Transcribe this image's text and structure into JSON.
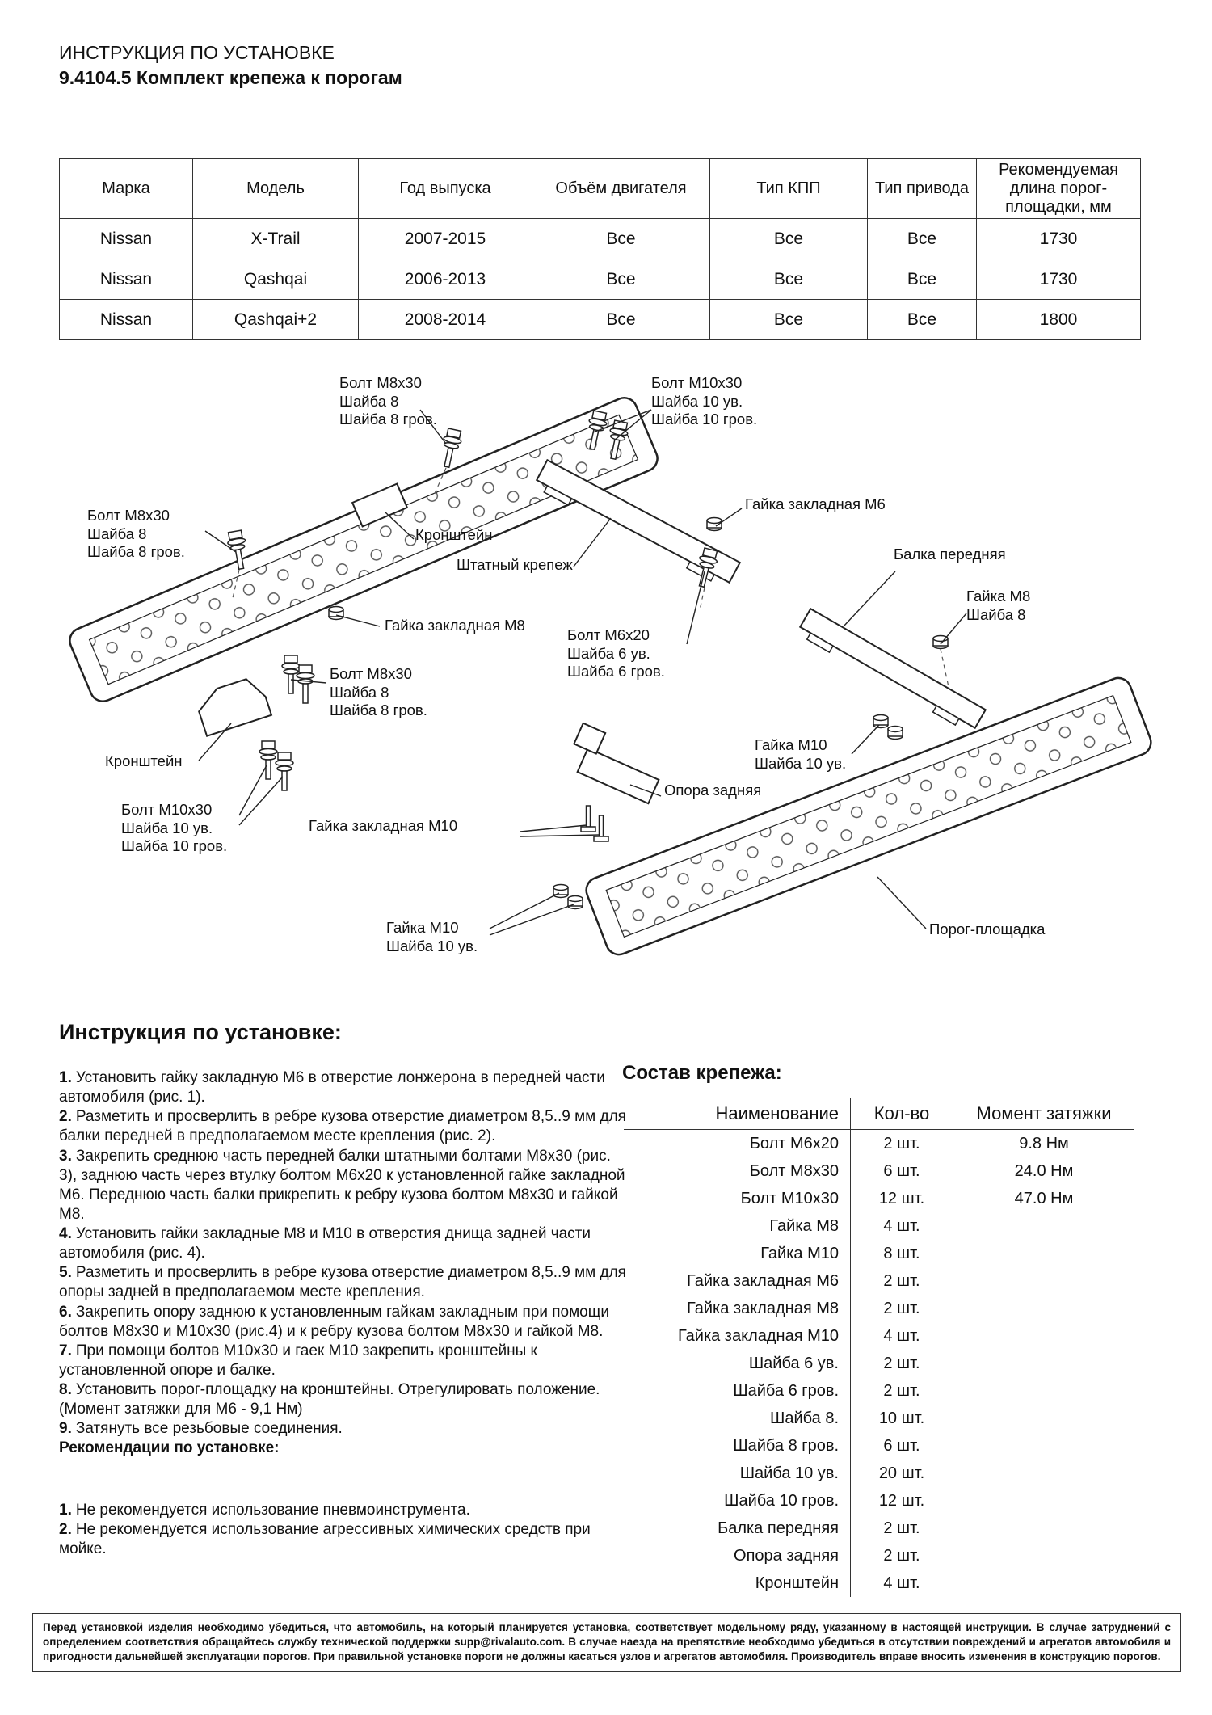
{
  "page": {
    "title_line1": "ИНСТРУКЦИЯ ПО УСТАНОВКЕ",
    "title_line2": "9.4104.5 Комплект крепежа к порогам"
  },
  "vehicle_table": {
    "headers": [
      "Марка",
      "Модель",
      "Год выпуска",
      "Объём двигателя",
      "Тип КПП",
      "Тип привода",
      "Рекомендуемая длина порог-площадки, мм"
    ],
    "rows": [
      [
        "Nissan",
        "X-Trail",
        "2007-2015",
        "Все",
        "Все",
        "Все",
        "1730"
      ],
      [
        "Nissan",
        "Qashqai",
        "2006-2013",
        "Все",
        "Все",
        "Все",
        "1730"
      ],
      [
        "Nissan",
        "Qashqai+2",
        "2008-2014",
        "Все",
        "Все",
        "Все",
        "1800"
      ]
    ]
  },
  "diagram": {
    "labels": [
      {
        "text": "Болт М8х30\nШайба 8\nШайба 8 гров."
      },
      {
        "text": "Болт М10х30\nШайба 10 ув.\nШайба 10 гров."
      },
      {
        "text": "Гайка закладная М6"
      },
      {
        "text": "Болт М8х30\nШайба 8\nШайба 8 гров."
      },
      {
        "text": "Кронштейн"
      },
      {
        "text": "Штатный крепеж"
      },
      {
        "text": "Балка передняя"
      },
      {
        "text": "Гайка М8\nШайба 8"
      },
      {
        "text": "Гайка закладная М8"
      },
      {
        "text": "Болт М6х20\nШайба 6 ув.\nШайба 6 гров."
      },
      {
        "text": "Болт М8х30\nШайба 8\nШайба 8 гров."
      },
      {
        "text": "Гайка М10\nШайба 10 ув."
      },
      {
        "text": "Кронштейн"
      },
      {
        "text": "Опора задняя"
      },
      {
        "text": "Болт М10х30\nШайба 10 ув.\nШайба 10 гров."
      },
      {
        "text": "Гайка закладная М10"
      },
      {
        "text": "Гайка М10\nШайба 10 ув."
      },
      {
        "text": "Порог-площадка"
      }
    ]
  },
  "instructions": {
    "heading": "Инструкция по установке:",
    "steps": [
      {
        "num": "1.",
        "text": "Установить гайку закладную М6 в отверстие лонжерона в передней части автомобиля (рис. 1)."
      },
      {
        "num": "2.",
        "text": "Разметить и просверлить в ребре кузова отверстие диаметром 8,5..9 мм для балки передней в предполагаемом месте крепления (рис. 2)."
      },
      {
        "num": "3.",
        "text": "Закрепить среднюю часть передней балки штатными болтами М8х30 (рис. 3), заднюю часть через втулку болтом М6х20 к установленной гайке закладной М6. Переднюю часть балки прикрепить к ребру кузова болтом М8х30 и гайкой М8."
      },
      {
        "num": "4.",
        "text": "Установить гайки закладные М8 и М10 в отверстия днища задней части автомобиля (рис. 4)."
      },
      {
        "num": "5.",
        "text": "Разметить и просверлить в ребре кузова отверстие диаметром 8,5..9 мм для опоры задней в предполагаемом месте крепления."
      },
      {
        "num": "6.",
        "text": "Закрепить опору заднюю к установленным гайкам закладным при помощи болтов М8х30 и М10х30 (рис.4) и к ребру кузова болтом М8х30 и гайкой М8."
      },
      {
        "num": "7.",
        "text": "При помощи болтов М10х30 и гаек М10 закрепить кронштейны к установленной опоре и балке."
      },
      {
        "num": "8.",
        "text": "Установить порог-площадку на кронштейны. Отрегулировать положение. (Момент затяжки для М6 - 9,1 Нм)"
      },
      {
        "num": "9.",
        "text": "Затянуть все резьбовые соединения."
      }
    ],
    "recommendations_heading": "Рекомендации по установке:",
    "recommendations": [
      {
        "num": "1.",
        "text": "Не рекомендуется использование пневмоинструмента."
      },
      {
        "num": "2.",
        "text": "Не рекомендуется использование агрессивных химических средств при мойке."
      }
    ]
  },
  "parts": {
    "heading": "Состав крепежа:",
    "headers": [
      "Наименование",
      "Кол-во",
      "Момент затяжки"
    ],
    "rows": [
      {
        "name": "Болт М6х20",
        "qty": "2 шт.",
        "torque": "9.8 Нм"
      },
      {
        "name": "Болт М8х30",
        "qty": "6 шт.",
        "torque": "24.0 Нм"
      },
      {
        "name": "Болт М10х30",
        "qty": "12 шт.",
        "torque": "47.0 Нм"
      },
      {
        "name": "Гайка М8",
        "qty": "4 шт.",
        "torque": ""
      },
      {
        "name": "Гайка М10",
        "qty": "8 шт.",
        "torque": ""
      },
      {
        "name": "Гайка закладная М6",
        "qty": "2 шт.",
        "torque": ""
      },
      {
        "name": "Гайка закладная М8",
        "qty": "2 шт.",
        "torque": ""
      },
      {
        "name": "Гайка закладная М10",
        "qty": "4 шт.",
        "torque": ""
      },
      {
        "name": "Шайба 6 ув.",
        "qty": "2 шт.",
        "torque": ""
      },
      {
        "name": "Шайба 6 гров.",
        "qty": "2 шт.",
        "torque": ""
      },
      {
        "name": "Шайба 8.",
        "qty": "10 шт.",
        "torque": ""
      },
      {
        "name": "Шайба 8 гров.",
        "qty": "6 шт.",
        "torque": ""
      },
      {
        "name": "Шайба 10 ув.",
        "qty": "20 шт.",
        "torque": ""
      },
      {
        "name": "Шайба 10 гров.",
        "qty": "12 шт.",
        "torque": ""
      },
      {
        "name": "Балка передняя",
        "qty": "2 шт.",
        "torque": ""
      },
      {
        "name": "Опора задняя",
        "qty": "2 шт.",
        "torque": ""
      },
      {
        "name": "Кронштейн",
        "qty": "4 шт.",
        "torque": ""
      }
    ]
  },
  "footer": {
    "text": "Перед установкой изделия необходимо убедиться, что автомобиль, на который планируется установка, соответствует модельному ряду, указанному в настоящей инструкции. В случае затруднений с определением соответствия обращайтесь службу технической поддержки supp@rivalauto.com. В случае наезда на препятствие необходимо убедиться в отсутствии повреждений и агрегатов автомобиля и пригодности дальнейшей эксплуатации порогов. При правильной установке пороги не должны касаться узлов и агрегатов автомобиля. Производитель вправе вносить изменения в конструкцию порогов."
  }
}
